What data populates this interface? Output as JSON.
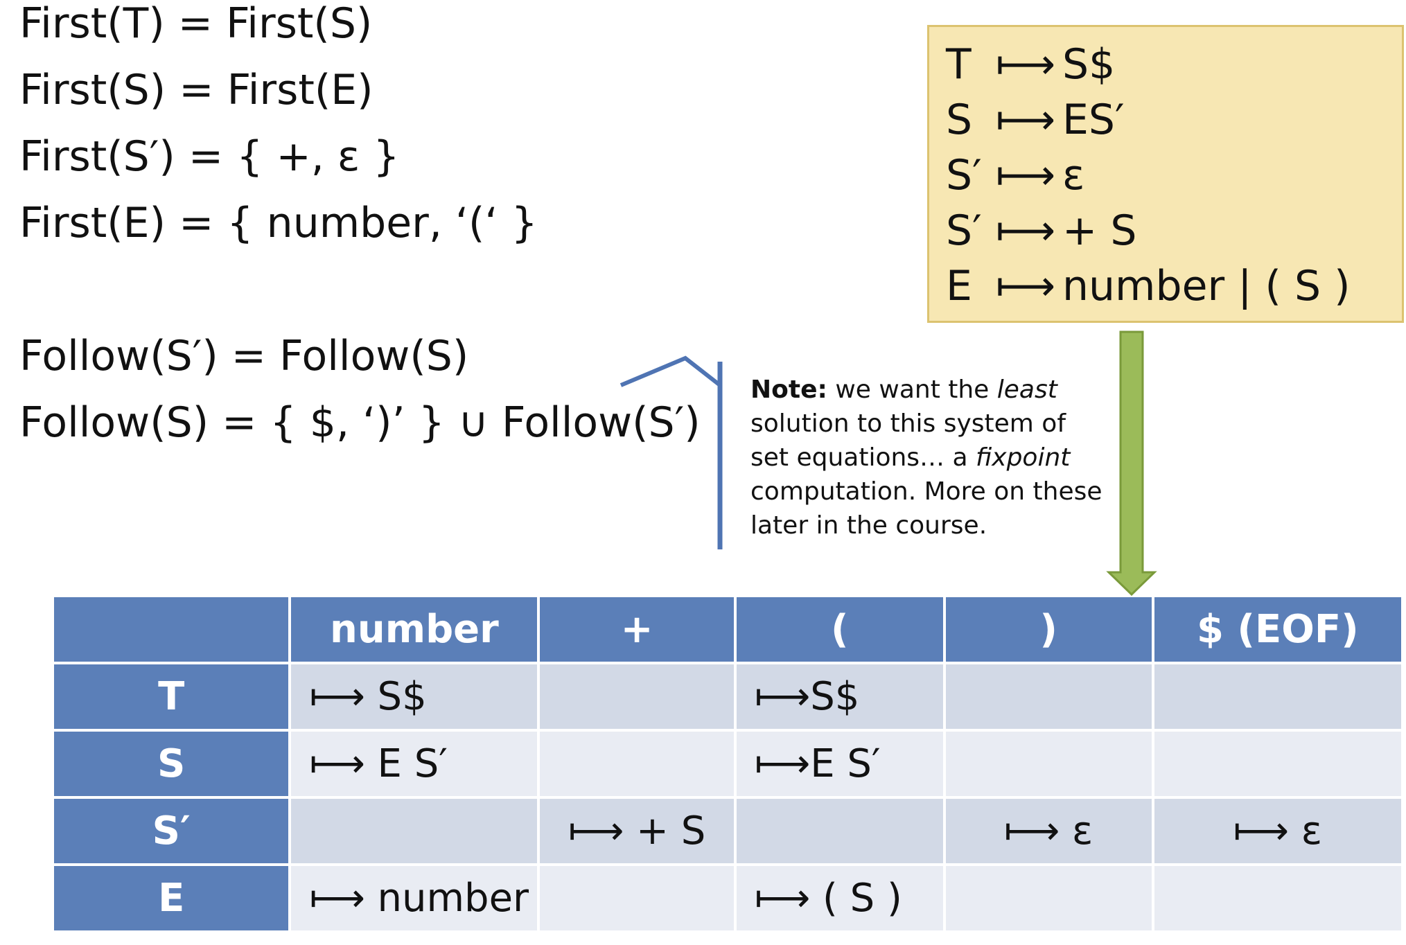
{
  "first_equations": [
    "First(T) = First(S)",
    "First(S) = First(E)",
    "First(S′) = { +, ε }",
    "First(E) = { number, ‘(‘ }"
  ],
  "follow_equations": [
    "Follow(S′) = Follow(S)",
    "Follow(S) = { $, ‘)’ } ∪ Follow(S′)"
  ],
  "grammar": [
    {
      "lhs": "T",
      "arrow": "⟼",
      "rhs": "S$"
    },
    {
      "lhs": "S",
      "arrow": "⟼",
      "rhs": "ES′"
    },
    {
      "lhs": "S′",
      "arrow": "⟼",
      "rhs": "ε"
    },
    {
      "lhs": "S′",
      "arrow": "⟼",
      "rhs": "+ S"
    },
    {
      "lhs": "E",
      "arrow": "⟼",
      "rhs": "number | ( S )"
    }
  ],
  "note": {
    "bold": "Note:",
    "t1": " we want the ",
    "italic1": "least",
    "t2": " solution to this system of set equations… a ",
    "italic2": "fixpoint",
    "t3": " computation.  More on these later in the course."
  },
  "table": {
    "headers": [
      "",
      "number",
      "+",
      "(",
      ")",
      "$ (EOF)"
    ],
    "rows": [
      {
        "label": "T",
        "cells": [
          "⟼ S$",
          "",
          "⟼S$",
          "",
          ""
        ]
      },
      {
        "label": "S",
        "cells": [
          "⟼ E S′",
          "",
          "⟼E S′",
          "",
          ""
        ]
      },
      {
        "label": "S′",
        "cells": [
          "",
          "⟼ + S",
          "",
          "⟼ ε",
          "⟼ ε"
        ]
      },
      {
        "label": "E",
        "cells": [
          "⟼ number",
          "",
          "⟼ ( S )",
          "",
          ""
        ]
      }
    ]
  },
  "colors": {
    "table_header": "#5b7fb8",
    "row_dark": "#d2d9e6",
    "row_light": "#e9ecf3",
    "grammar_box": "#f7e7b3",
    "arrow_green": "#9bbb59",
    "bracket_blue": "#4f74b3"
  }
}
